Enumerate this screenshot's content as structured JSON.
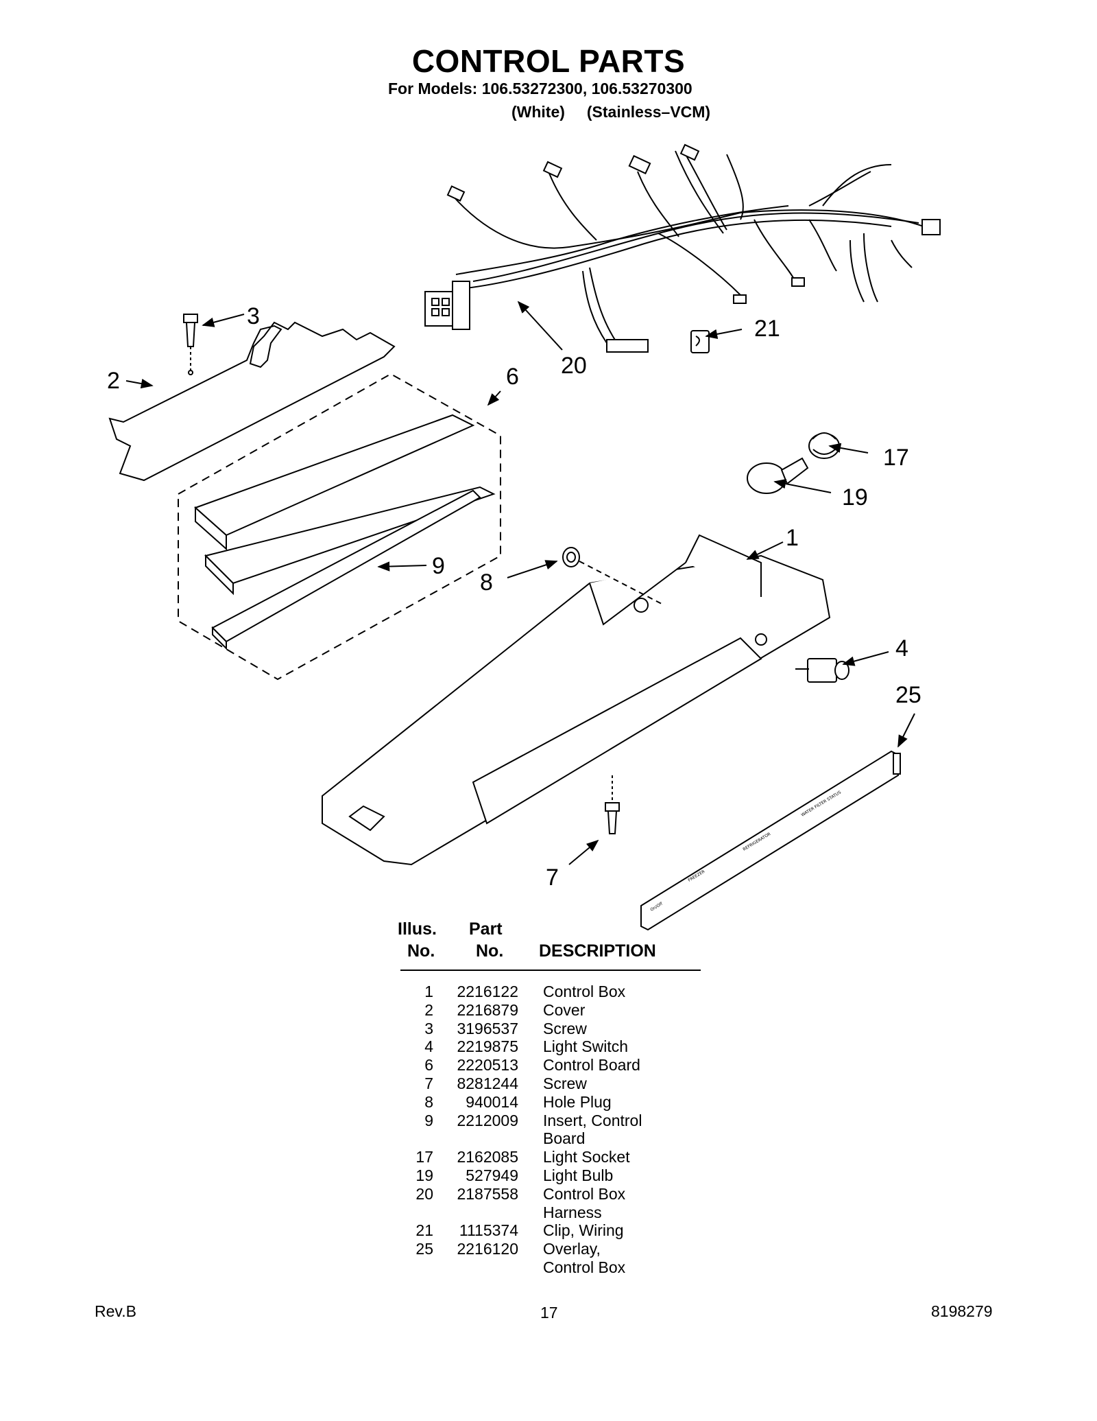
{
  "header": {
    "title": "CONTROL PARTS",
    "models": "For Models: 106.53272300, 106.53270300",
    "color_white": "(White)",
    "color_stainless": "(Stainless–VCM)"
  },
  "diagram": {
    "callouts": [
      "3",
      "2",
      "6",
      "20",
      "21",
      "17",
      "19",
      "1",
      "9",
      "8",
      "4",
      "25",
      "7"
    ],
    "overlay_labels": [
      "WATER FILTER STATUS",
      "REFRIGERATOR",
      "FREEZER",
      "On/Off"
    ]
  },
  "table": {
    "col_illus": [
      "Illus.",
      "No."
    ],
    "col_part": [
      "Part",
      "No."
    ],
    "col_desc": "DESCRIPTION",
    "rows": [
      {
        "illus": "1",
        "part": "2216122",
        "desc": "Control Box"
      },
      {
        "illus": "2",
        "part": "2216879",
        "desc": "Cover"
      },
      {
        "illus": "3",
        "part": "3196537",
        "desc": "Screw"
      },
      {
        "illus": "4",
        "part": "2219875",
        "desc": "Light Switch"
      },
      {
        "illus": "6",
        "part": "2220513",
        "desc": "Control Board"
      },
      {
        "illus": "7",
        "part": "8281244",
        "desc": "Screw"
      },
      {
        "illus": "8",
        "part": "940014",
        "desc": "Hole Plug"
      },
      {
        "illus": "9",
        "part": "2212009",
        "desc": "Insert, Control"
      },
      {
        "illus": "",
        "part": "",
        "desc": "Board"
      },
      {
        "illus": "17",
        "part": "2162085",
        "desc": "Light Socket"
      },
      {
        "illus": "19",
        "part": "527949",
        "desc": "Light Bulb"
      },
      {
        "illus": "20",
        "part": "2187558",
        "desc": "Control Box"
      },
      {
        "illus": "",
        "part": "",
        "desc": "Harness"
      },
      {
        "illus": "21",
        "part": "1115374",
        "desc": "Clip, Wiring"
      },
      {
        "illus": "25",
        "part": "2216120",
        "desc": "Overlay,"
      },
      {
        "illus": "",
        "part": "",
        "desc": "Control Box"
      }
    ]
  },
  "footer": {
    "revision": "Rev.B",
    "page": "17",
    "doc_number": "8198279"
  }
}
